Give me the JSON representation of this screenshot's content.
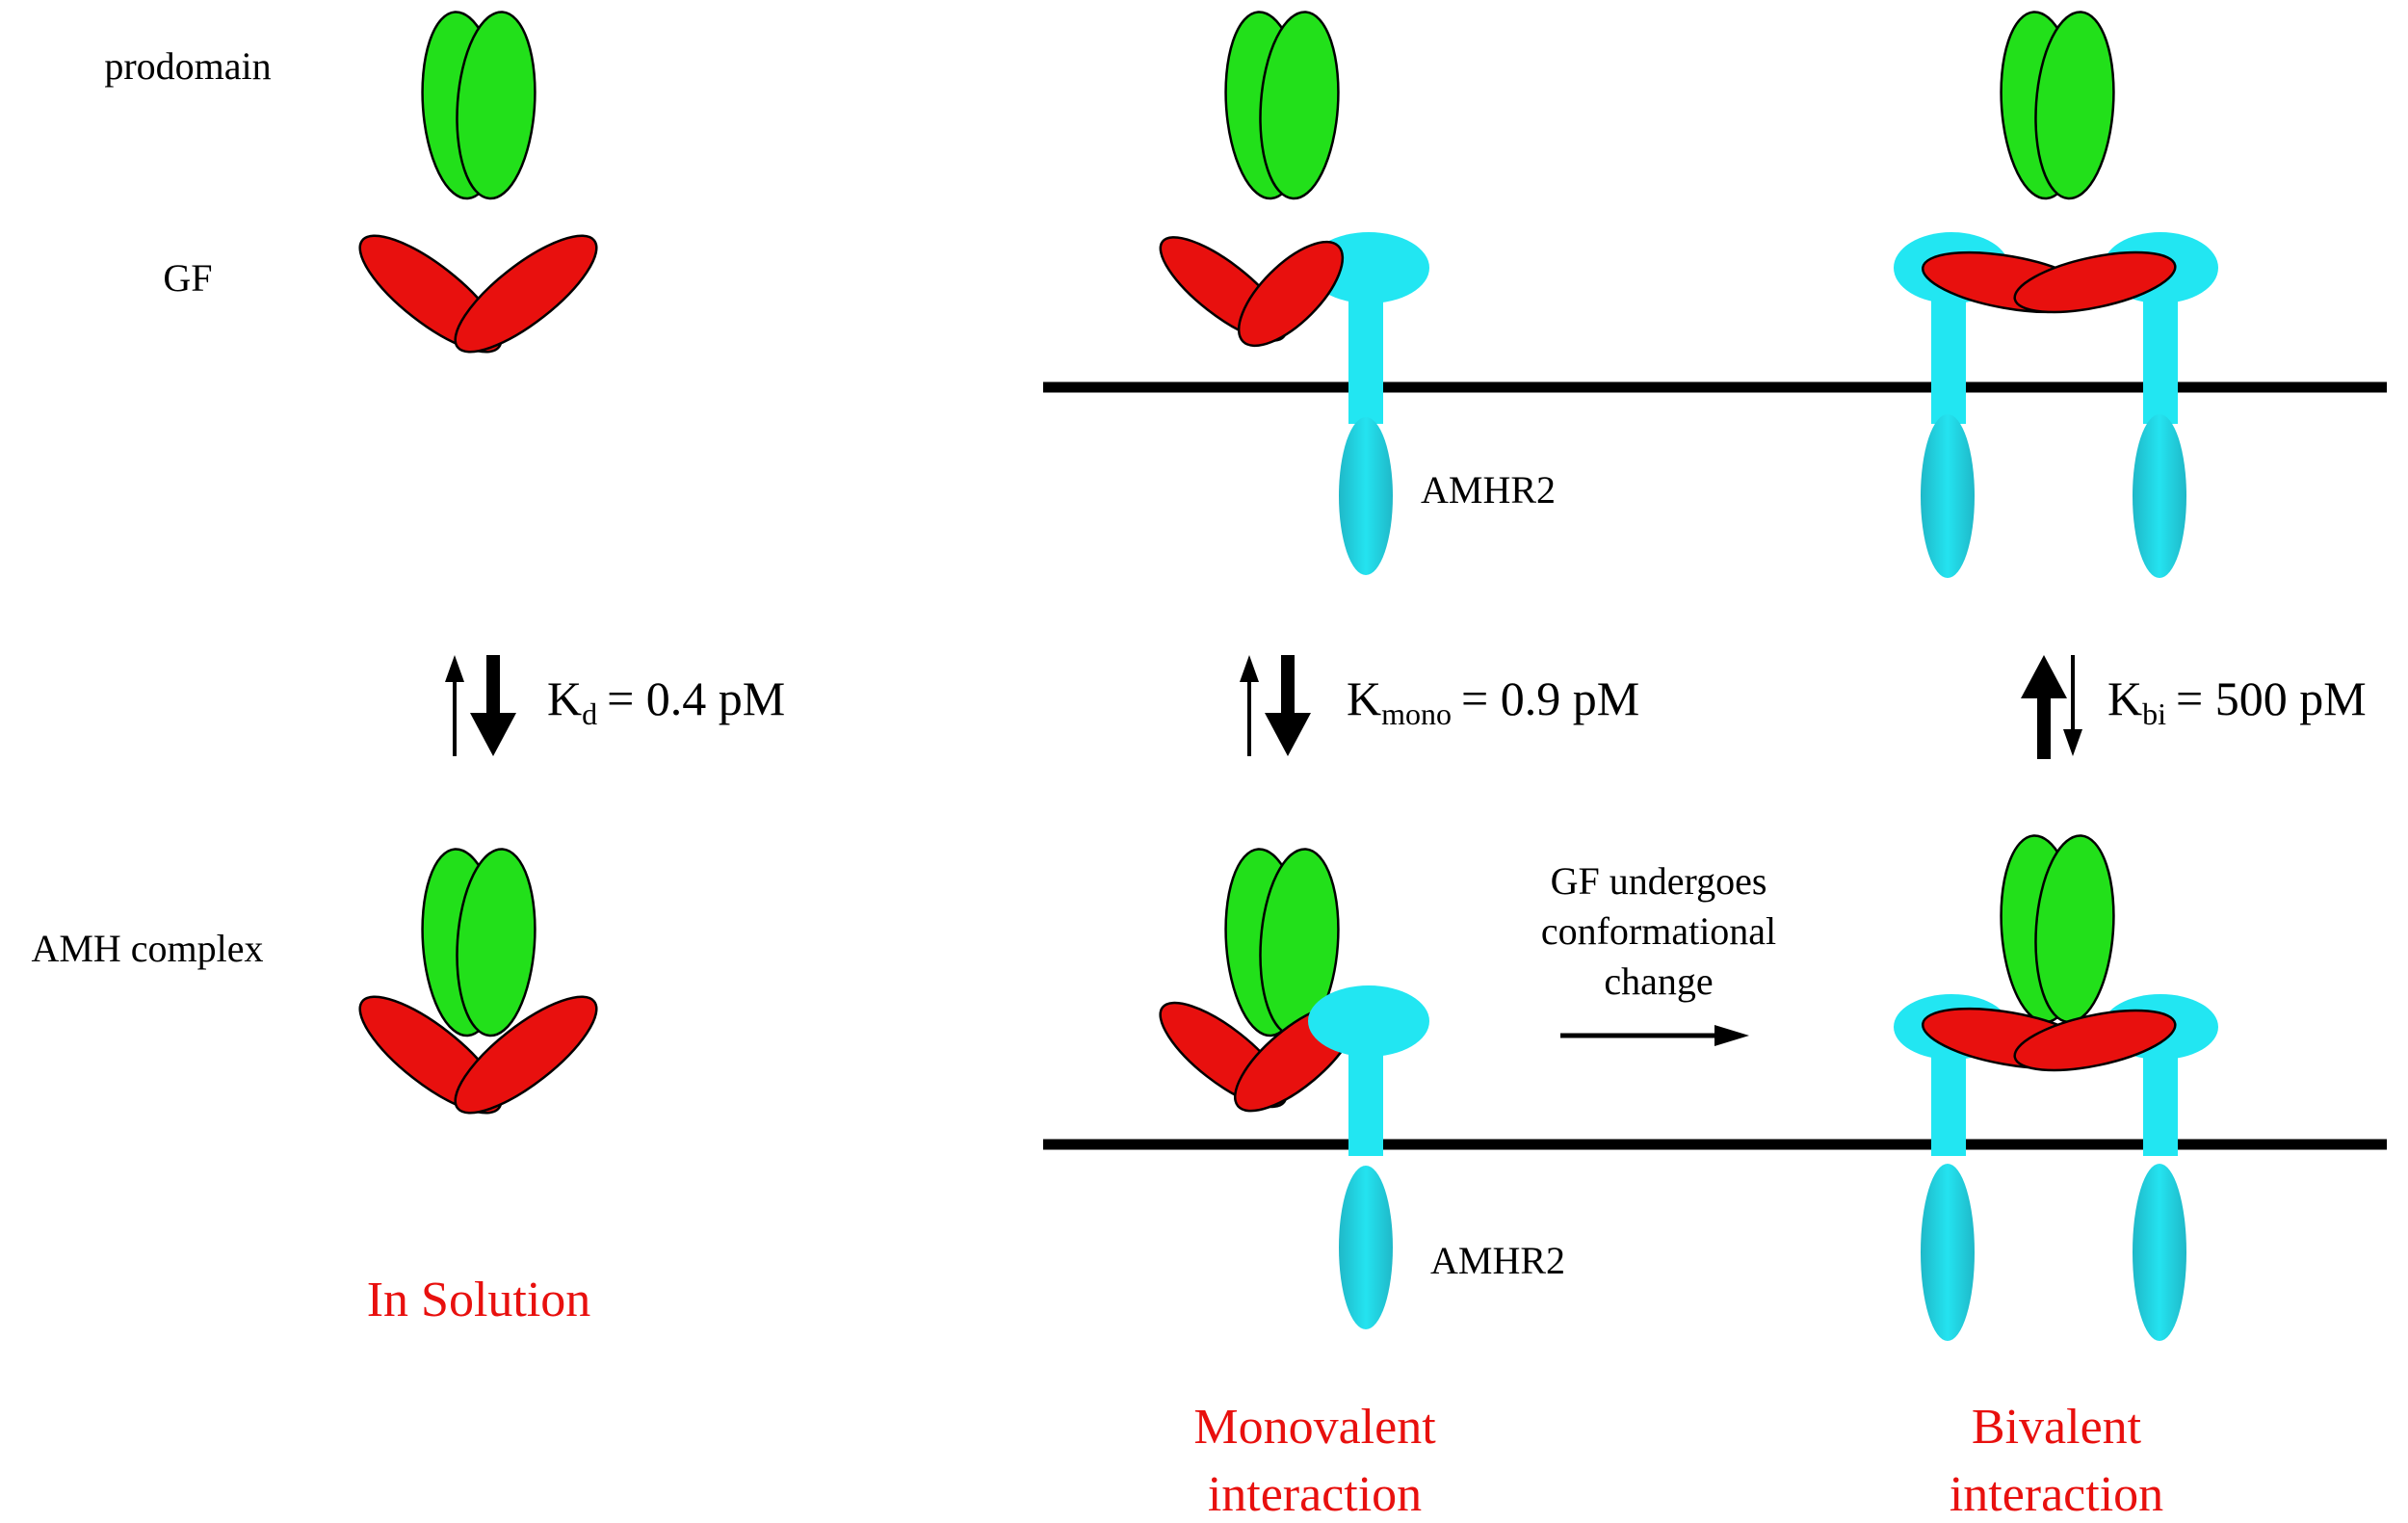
{
  "labels": {
    "prodomain": "prodomain",
    "gf": "GF",
    "amh_complex": "AMH complex",
    "amhr2_top": "AMHR2",
    "amhr2_bottom": "AMHR2",
    "conformational_line1": "GF undergoes",
    "conformational_line2": "conformational",
    "conformational_line3": "change"
  },
  "equilibria": {
    "kd": {
      "symbol": "K",
      "subscript": "d",
      "value": "= 0.4 pM"
    },
    "kmono": {
      "symbol": "K",
      "subscript": "mono",
      "value": "= 0.9 pM"
    },
    "kbi": {
      "symbol": "K",
      "subscript": "bi",
      "value": "= 500 pM"
    }
  },
  "captions": {
    "in_solution": "In Solution",
    "monovalent_line1": "Monovalent",
    "monovalent_line2": "interaction",
    "bivalent_line1": "Bivalent",
    "bivalent_line2": "interaction"
  },
  "colors": {
    "prodomain": "#22e01a",
    "growth_factor": "#e8100e",
    "receptor": "#22e6f2",
    "receptor_tm": "#1fc7d8",
    "membrane": "#000000",
    "caption": "#e8100e"
  }
}
